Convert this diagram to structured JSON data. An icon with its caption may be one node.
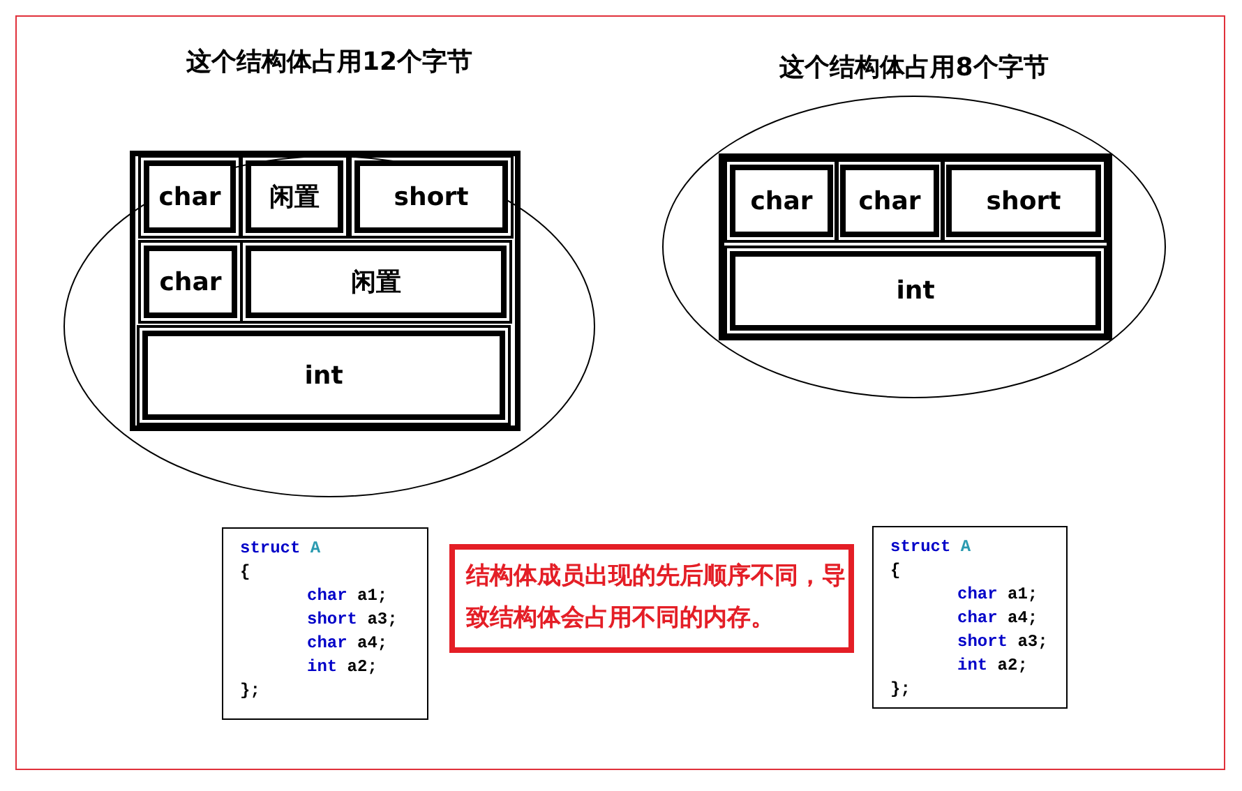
{
  "diagram": {
    "nodes": [
      {
        "text": [
          "这个结构体占用12个字节"
        ]
      },
      {
        "text": [
          "char"
        ],
        "in": 0
      },
      {
        "text": [
          "闲置"
        ],
        "in": 0
      },
      {
        "text": [
          "short"
        ],
        "in": 0
      },
      {
        "text": [
          "char"
        ],
        "in": 0
      },
      {
        "text": [
          "闲置"
        ],
        "in": 0
      },
      {
        "text": [
          "int"
        ],
        "in": 0
      },
      {
        "text": [
          "这个结构体占用8个字节"
        ]
      },
      {
        "text": [
          "char"
        ],
        "in": 7
      },
      {
        "text": [
          "char"
        ],
        "in": 7
      },
      {
        "text": [
          "short"
        ],
        "in": 7
      },
      {
        "text": [
          "int"
        ],
        "in": 7
      },
      {
        "text": [
          "struct A",
          "{",
          "char a1;",
          "short a3;",
          "char a4;",
          "int a2;",
          "};"
        ]
      },
      {
        "text": [
          "结构体成员出现的先后顺序不同，导致结构体会占用不同的内存。"
        ]
      },
      {
        "text": [
          "struct A",
          "{",
          "char a1;",
          "char a4;",
          "short a3;",
          "int a2;",
          "};"
        ]
      }
    ],
    "edges": []
  }
}
